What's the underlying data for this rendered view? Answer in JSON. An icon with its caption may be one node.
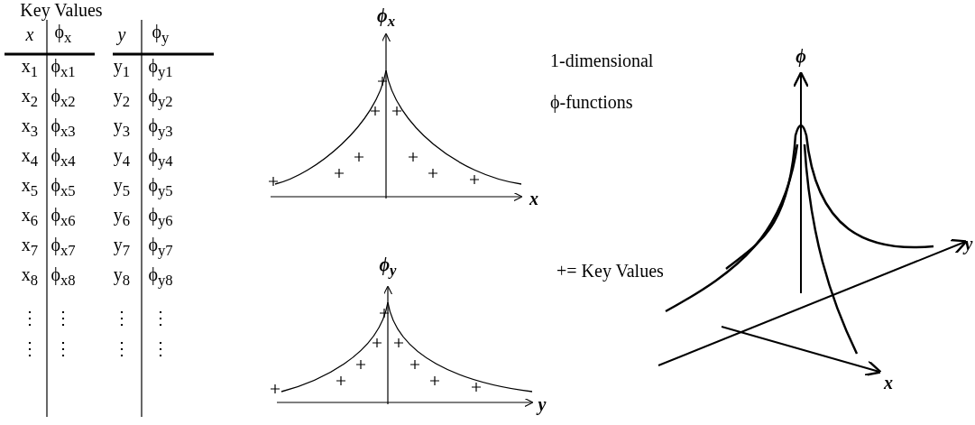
{
  "diagram": {
    "labels": [
      "Key Values",
      "x",
      "ϕ$_{x}$",
      "y",
      "ϕ$_{y}$",
      "x$_{1}$",
      "ϕ$_{x1}$",
      "y$_{1}$",
      "ϕ$_{y1}$",
      "x$_{2}$",
      "ϕ$_{x2}$",
      "y$_{2}$",
      "ϕ$_{y2}$",
      "x$_{3}$",
      "ϕ$_{x3}$",
      "y$_{3}$",
      "ϕ$_{y3}$",
      "x$_{4}$",
      "ϕ$_{x4}$",
      "y$_{4}$",
      "ϕ$_{y4}$",
      "x$_{5}$",
      "ϕ$_{x5}$",
      "y$_{5}$",
      "ϕ$_{y5}$",
      "x$_{6}$",
      "ϕ$_{x6}$",
      "y$_{6}$",
      "ϕ$_{y6}$",
      "x$_{7}$",
      "ϕ$_{x7}$",
      "y$_{7}$",
      "ϕ$_{y7}$",
      "x$_{8}$",
      "ϕ$_{x8}$",
      "y$_{8}$",
      "ϕ$_{y8}$",
      "⋮",
      "⋮",
      "⋮",
      "⋮",
      "⋮",
      "⋮",
      "⋮",
      "⋮",
      "ϕ$_{x}$",
      "x",
      "1-dimensional ϕ-functions",
      "ϕ$_{y}$",
      "y",
      "+= Key Values",
      "ϕ",
      "y",
      "x"
    ]
  }
}
